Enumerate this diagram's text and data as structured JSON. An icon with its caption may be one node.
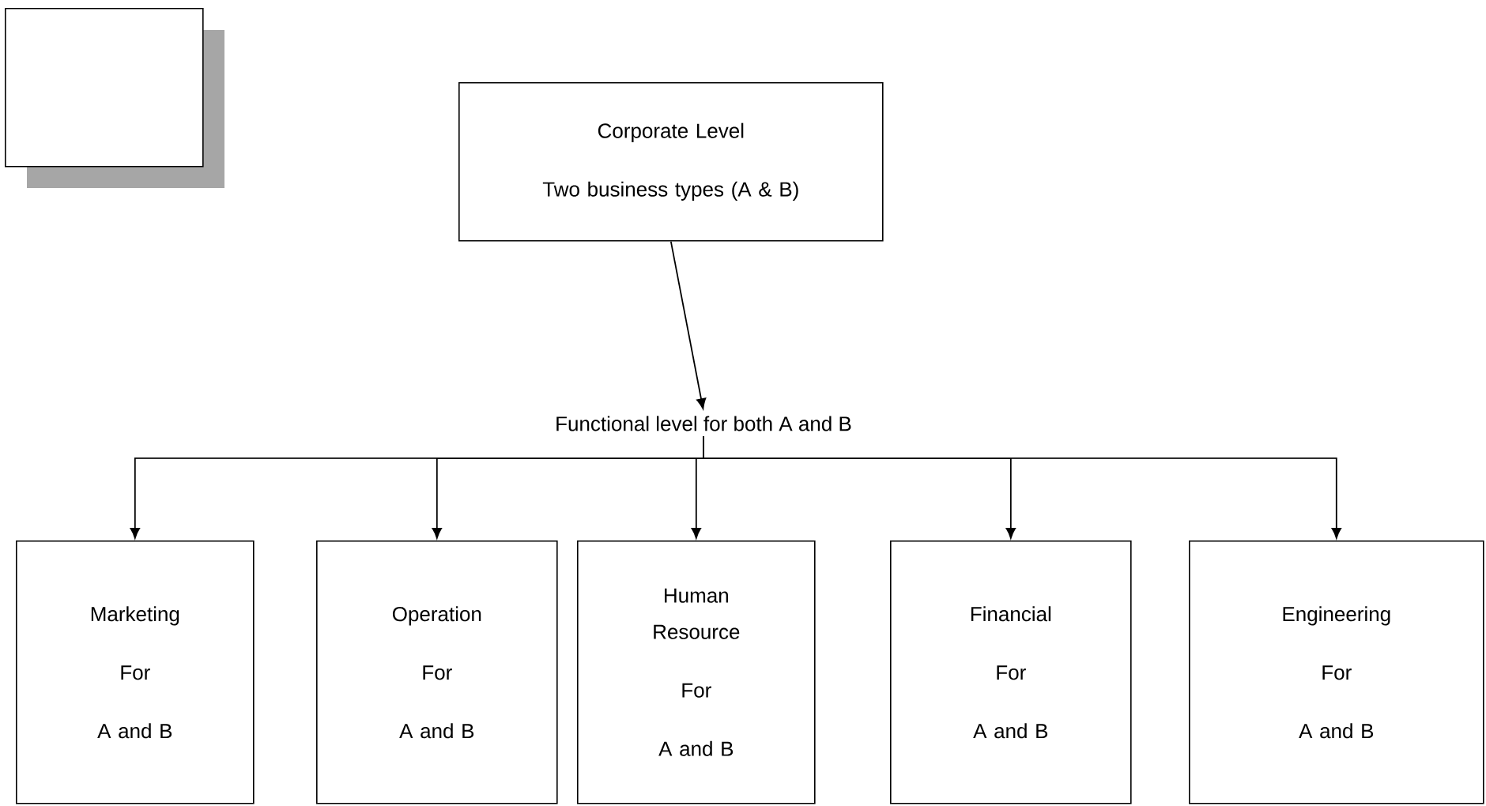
{
  "diagram": {
    "nodes": [
      {
        "text": [],
        "shape": "box"
      },
      {
        "text": [
          "Corporate Level",
          "Two business types (A & B)"
        ]
      },
      {
        "text": [
          "Functional level for both A and B"
        ]
      },
      {
        "text": [
          "Marketing",
          "For",
          "A and B"
        ]
      },
      {
        "text": [
          "Operation",
          "For",
          "A and B"
        ]
      },
      {
        "text": [
          "Human Resource",
          "For",
          "A and B"
        ]
      },
      {
        "text": [
          "Financial",
          "For",
          "A and B"
        ]
      },
      {
        "text": [
          "Engineering",
          "For",
          "A and B"
        ]
      }
    ],
    "edges": [
      {
        "from": 1,
        "to": 2,
        "arrow": "to"
      },
      {
        "from": 2,
        "to": 3,
        "arrow": "to"
      },
      {
        "from": 2,
        "to": 4,
        "arrow": "to"
      },
      {
        "from": 2,
        "to": 5,
        "arrow": "to"
      },
      {
        "from": 2,
        "to": 6,
        "arrow": "to"
      },
      {
        "from": 2,
        "to": 7,
        "arrow": "to"
      }
    ]
  }
}
